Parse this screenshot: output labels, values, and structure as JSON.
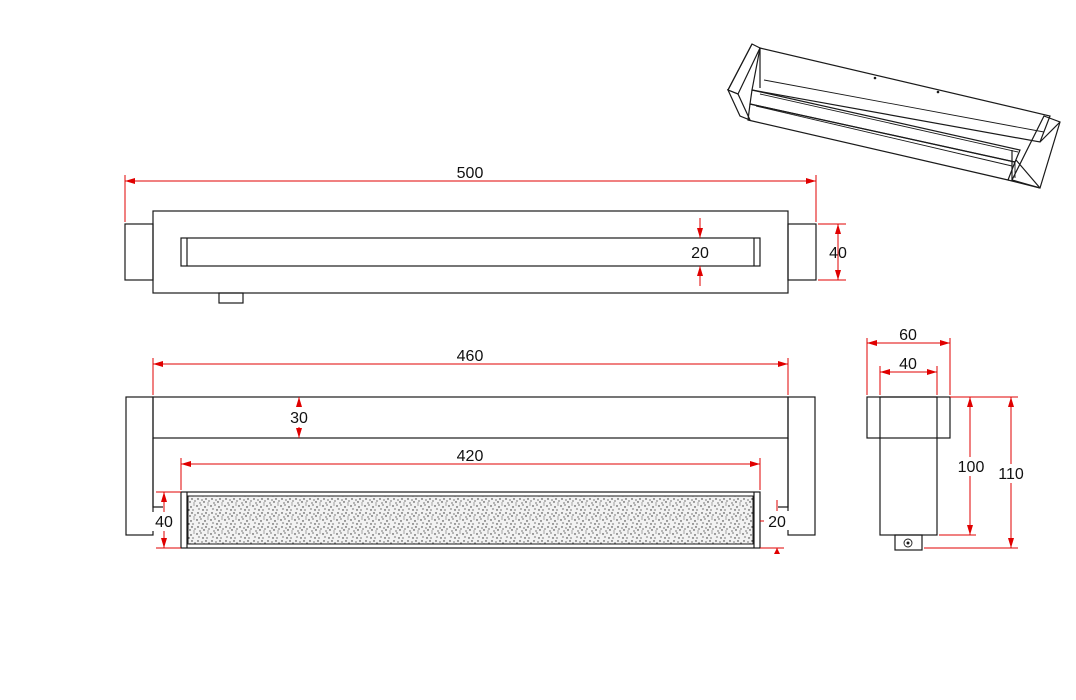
{
  "dimensions": {
    "top_total_length": "500",
    "top_slot_height": "20",
    "top_height": "40",
    "front_inner_length": "460",
    "front_bar_height": "30",
    "front_diffuser_length": "420",
    "front_left_height": "40",
    "front_right_height": "20",
    "side_outer_width": "60",
    "side_inner_width": "40",
    "side_height_inner": "100",
    "side_height_total": "110"
  },
  "colors": {
    "ink": "#1a1a1a",
    "dimension": "#e00000"
  }
}
